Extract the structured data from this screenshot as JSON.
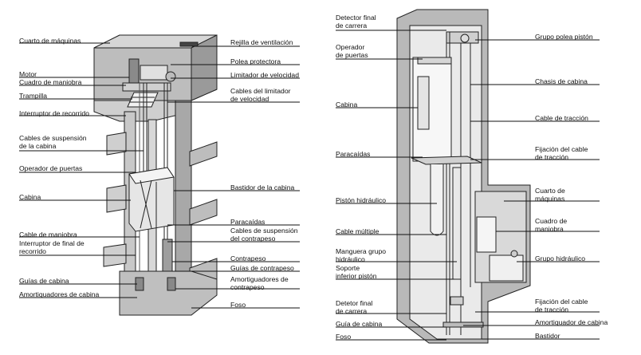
{
  "left_diagram": {
    "labels_left": [
      "Cuarto de máquinas",
      "Motor",
      "Cuadro de maniobra",
      "Trampilla",
      "Interruptor de recorrido",
      "Cables de suspensión\nde la cabina",
      "Operador de puertas",
      "Cabina",
      "Cable de maniobra",
      "Interruptor de final de\nrecorrido",
      "Guías de cabina",
      "Amortiguadores de cabina"
    ],
    "labels_right": [
      "Rejilla de ventilación",
      "Polea protectora",
      "Limitador de velocidad",
      "Cables del limitador\nde velocidad",
      "Bastidor de la cabina",
      "Paracaídas",
      "Cables de suspensión\ndel contrapeso",
      "Contrapeso",
      "Guías de contrapeso",
      "Amortiguadores de\ncontrapeso",
      "Foso"
    ]
  },
  "right_diagram": {
    "labels_left": [
      "Detector final\nde carrera",
      "Operador\nde puertas",
      "Cabina",
      "Paracaídas",
      "Pistón hidráulico",
      "Cable múltiple",
      "Manguera grupo\nhidráulico",
      "Soporte\ninferior pistón",
      "Detetor final\nde carrera",
      "Guía de cabina",
      "Foso"
    ],
    "labels_right": [
      "Grupo polea pistón",
      "Chasis de cabina",
      "Cable de tracción",
      "Fijación del cable\nde tracción",
      "Cuarto de\nmáquinas",
      "Cuadro de\nmaniobra",
      "Grupo hidráulico",
      "Fijación del cable\nde tracción",
      "Amortiguador de cabina",
      "Bastidor"
    ]
  }
}
